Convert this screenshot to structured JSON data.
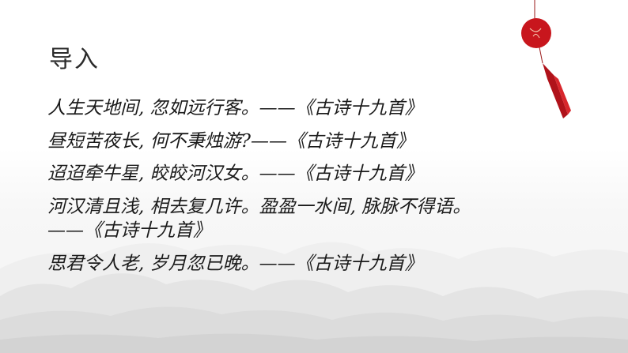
{
  "slide": {
    "title": "导入",
    "lines": [
      "人生天地间, 忽如远行客。——《古诗十九首》",
      "昼短苦夜长, 何不秉烛游?——《古诗十九首》",
      "迢迢牵牛星, 皎皎河汉女。——《古诗十九首》",
      "河汉清且浅, 相去复几许。盈盈一水间, 脉脉不得语。",
      "——《古诗十九首》",
      "思君令人老, 岁月忽已晚。——《古诗十九首》"
    ]
  },
  "colors": {
    "accent": "#c8161d",
    "text": "#1a1a1a",
    "mountain": "#e6e6e6"
  },
  "icons": {
    "ornament": "red-lantern-tassel-icon",
    "background": "ink-mountain-landscape"
  }
}
